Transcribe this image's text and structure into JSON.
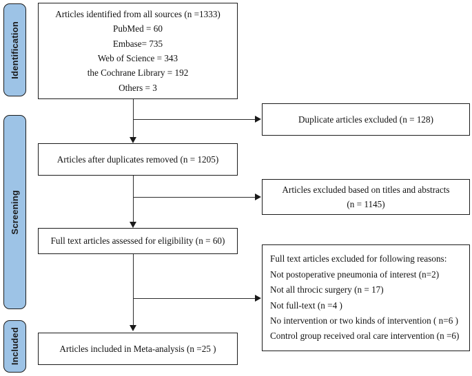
{
  "diagram": {
    "title": "PRISMA study selection flow diagram",
    "accent_color": "#9DC3E6",
    "border_color": "#1a1a1a",
    "stages": [
      {
        "id": "identification",
        "label": "Identification"
      },
      {
        "id": "screening",
        "label": "Screening"
      },
      {
        "id": "included",
        "label": "Included"
      }
    ],
    "boxes": {
      "identified": {
        "lines": [
          "Articles identified from all sources (n =1333)",
          "PubMed = 60",
          "Embase= 735",
          "Web of Science = 343",
          "the Cochrane Library = 192",
          "Others = 3"
        ]
      },
      "duplicates_excluded": {
        "lines": [
          "Duplicate articles excluded (n = 128)"
        ]
      },
      "after_duplicates": {
        "lines": [
          "Articles after duplicates removed (n = 1205)"
        ]
      },
      "excluded_titles_abstracts": {
        "lines": [
          "Articles excluded based on titles and abstracts",
          "(n = 1145)"
        ]
      },
      "full_text_assessed": {
        "lines": [
          "Full text articles assessed for eligibility (n = 60)"
        ]
      },
      "full_text_excluded": {
        "lines": [
          "Full text articles excluded for following reasons:",
          "Not postoperative pneumonia of interest (n=2)",
          "Not all throcic surgery (n = 17)",
          "Not full-text (n =4 )",
          "No intervention or two kinds of intervention ( n=6 )",
          "Control group received oral care intervention (n =6)"
        ]
      },
      "included_meta": {
        "lines": [
          "Articles included in Meta-analysis (n =25 )"
        ]
      }
    }
  }
}
